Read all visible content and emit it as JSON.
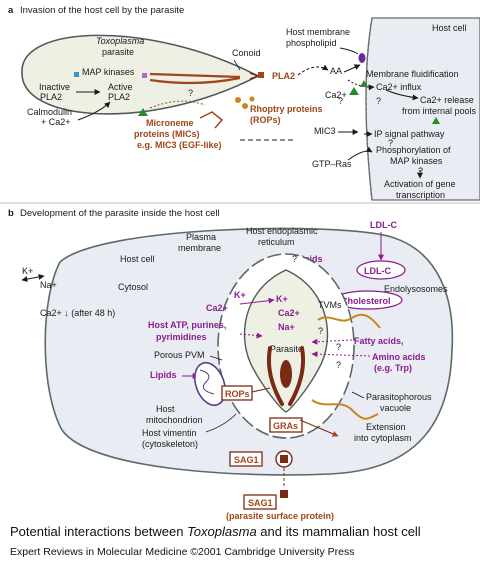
{
  "panel_a": {
    "letter": "a",
    "title": "Invasion of the host cell by the parasite",
    "host_cell": "Host cell",
    "parasite_name": "Toxoplasma",
    "parasite_word": "parasite",
    "map_kinases": "MAP kinases",
    "conoid": "Conoid",
    "inactive": "Inactive",
    "inactive_pla2": "PLA2",
    "active": "Active",
    "active_pla2": "PLA2",
    "calmodulin": "Calmodulin",
    "calmodulin_ca": "+ Ca2+",
    "pla2": "PLA2",
    "rhoptry": "Rhoptry proteins",
    "rops": "(ROPs)",
    "microneme_1": "Microneme",
    "microneme_2": "proteins (MICs)",
    "microneme_3": "e.g. MIC3 (EGF-like)",
    "host_membrane_1": "Host membrane",
    "host_membrane_2": "phospholipid",
    "aa": "AA",
    "membrane_fluid": "Membrane fluidification",
    "ca_influx": "Ca2+ influx",
    "ca_release_1": "Ca2+ release",
    "ca_release_2": "from internal pools",
    "ca": "Ca2+",
    "q1": "?",
    "q2": "?",
    "q3": "?",
    "q4": "?",
    "mic3": "MIC3",
    "ip_pathway": "IP signal pathway",
    "gtp_ras": "GTP–Ras",
    "phospho_1": "Phosphorylation of",
    "phospho_2": "MAP kinases",
    "activation_1": "Activation of gene",
    "activation_2": "transcription"
  },
  "panel_b": {
    "letter": "b",
    "title": "Development of the parasite inside the host cell",
    "host_cell": "Host cell",
    "plasma_1": "Plasma",
    "plasma_2": "membrane",
    "er_1": "Host endoplasmic",
    "er_2": "reticulum",
    "ldl_c": "LDL-C",
    "ldl_c_inner": "LDL-C",
    "endolysosomes": "Endolysosomes",
    "cholesterol": "Cholesterol",
    "lipids_top": "Lipids",
    "k_out": "K+",
    "na_out": "Na+",
    "cytosol": "Cytosol",
    "ca_48h": "Ca2+ ↓ (after 48 h)",
    "k_in": "K+",
    "ca_in": "Ca2+",
    "k_par": "K+",
    "ca_par": "Ca2+",
    "na_par": "Na+",
    "tvms": "TVMs",
    "host_atp_1": "Host ATP, purines,",
    "host_atp_2": "pyrimidines",
    "parasite": "Parasite",
    "fatty_acids": "Fatty acids,",
    "amino_acids": "Amino acids",
    "trp": "(e.g. Trp)",
    "porous_pvm": "Porous PVM",
    "lipids_left": "Lipids",
    "rops": "ROPs",
    "host_mito_1": "Host",
    "host_mito_2": "mitochondrion",
    "pv_1": "Parasitophorous",
    "pv_2": "vacuole",
    "gras": "GRAs",
    "extension_1": "Extension",
    "extension_2": "into cytoplasm",
    "vimentin_1": "Host vimentin",
    "vimentin_2": "(cytoskeleton)",
    "sag1": "SAG1",
    "sag1_bottom": "SAG1",
    "surface_protein": "(parasite surface protein)",
    "qa": "?",
    "qb": "?",
    "qc": "?",
    "qd": "?"
  },
  "caption": {
    "prefix": "Potential interactions between ",
    "italic": "Toxoplasma",
    "suffix": " and its mammalian host cell"
  },
  "credit": "Expert Reviews in Molecular Medicine ©2001 Cambridge University Press",
  "colors": {
    "brown": "#a0461a",
    "dark_brown": "#7a2a14",
    "purple": "#8b1d8e",
    "cell_fill": "#e9ecf2",
    "parasite_fill": "#eef0e4"
  }
}
